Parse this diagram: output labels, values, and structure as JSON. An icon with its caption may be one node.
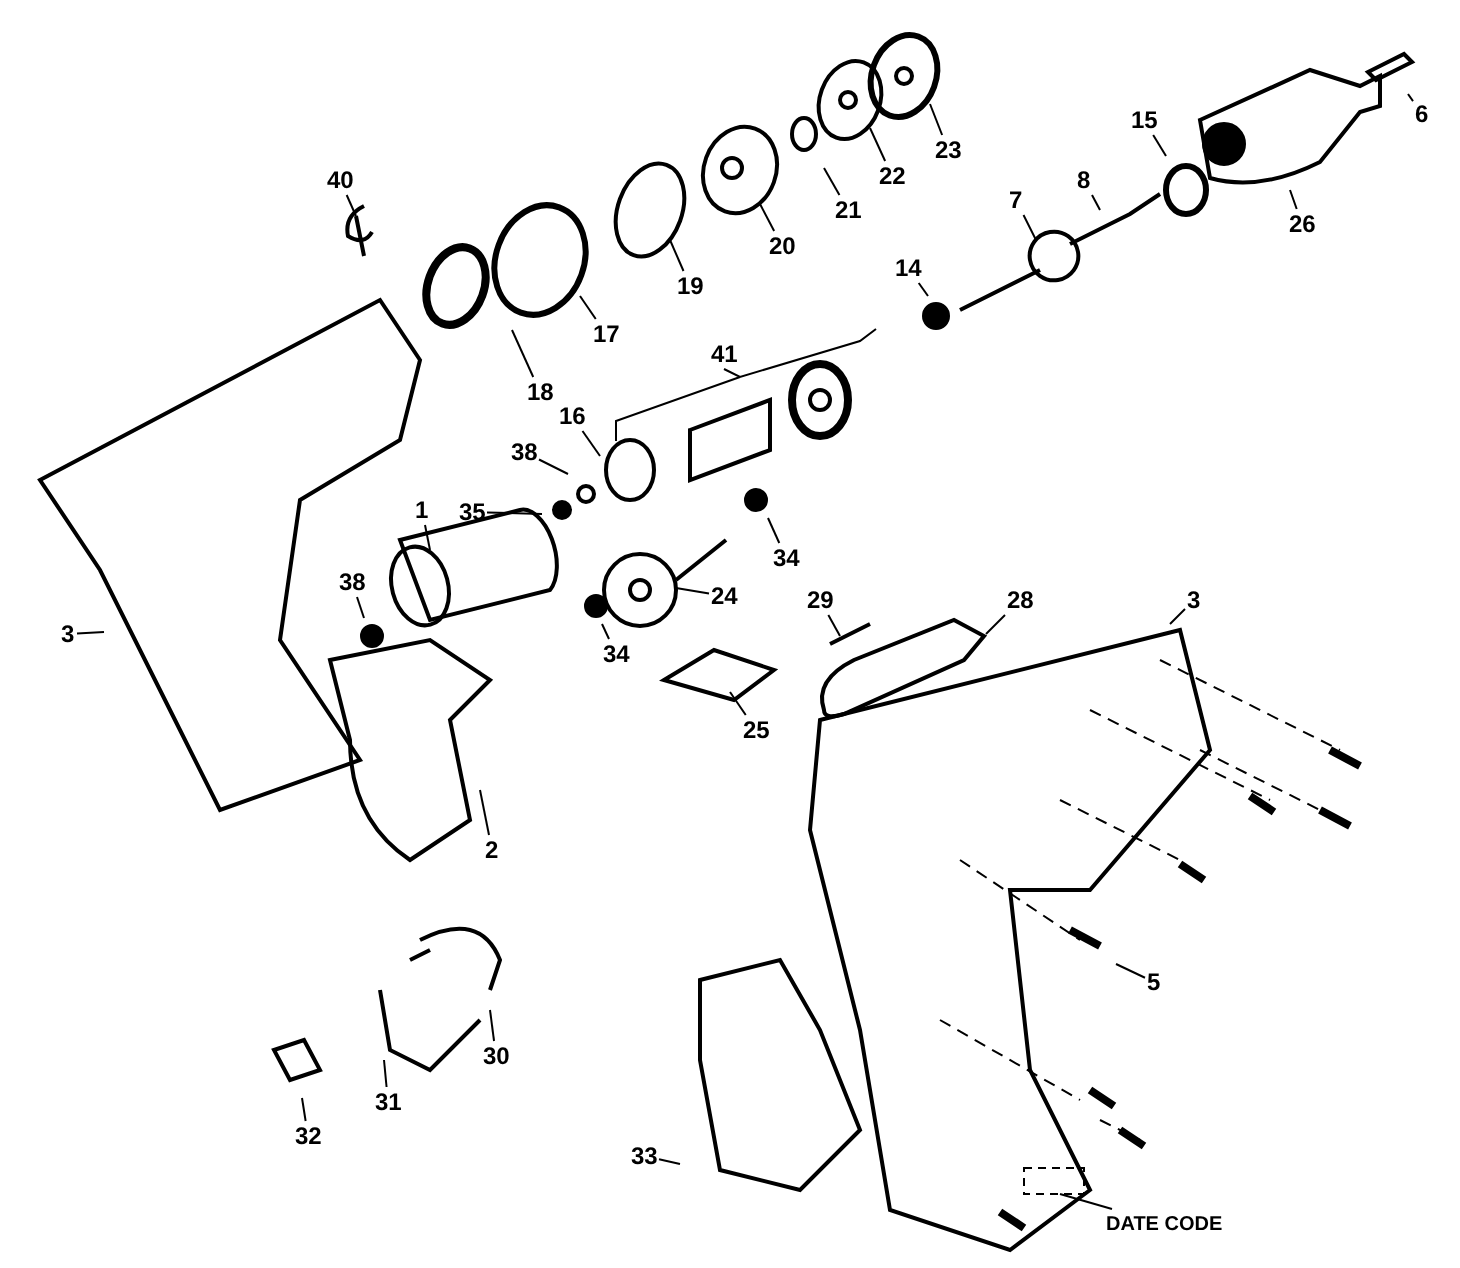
{
  "diagram": {
    "nodes": [
      {
        "text": [
          "40"
        ]
      },
      {
        "text": [
          "23"
        ]
      },
      {
        "text": [
          "22"
        ]
      },
      {
        "text": [
          "21"
        ]
      },
      {
        "text": [
          "20"
        ]
      },
      {
        "text": [
          "19"
        ]
      },
      {
        "text": [
          "17"
        ]
      },
      {
        "text": [
          "18"
        ]
      },
      {
        "text": [
          "6"
        ]
      },
      {
        "text": [
          "15"
        ]
      },
      {
        "text": [
          "26"
        ]
      },
      {
        "text": [
          "8"
        ]
      },
      {
        "text": [
          "7"
        ]
      },
      {
        "text": [
          "14"
        ]
      },
      {
        "text": [
          "41"
        ]
      },
      {
        "text": [
          "16"
        ]
      },
      {
        "text": [
          "35"
        ]
      },
      {
        "text": [
          "38"
        ]
      },
      {
        "text": [
          "1"
        ]
      },
      {
        "text": [
          "34"
        ]
      },
      {
        "text": [
          "38"
        ]
      },
      {
        "text": [
          "24"
        ]
      },
      {
        "text": [
          "3"
        ]
      },
      {
        "text": [
          "34"
        ]
      },
      {
        "text": [
          "29"
        ]
      },
      {
        "text": [
          "28"
        ]
      },
      {
        "text": [
          "3"
        ]
      },
      {
        "text": [
          "25"
        ]
      },
      {
        "text": [
          "2"
        ]
      },
      {
        "text": [
          "5"
        ]
      },
      {
        "text": [
          "30"
        ]
      },
      {
        "text": [
          "31"
        ]
      },
      {
        "text": [
          "32"
        ]
      },
      {
        "text": [
          "33"
        ]
      },
      {
        "text": [
          "DATE CODE"
        ]
      }
    ],
    "edges": [
      {
        "from": 0,
        "to": null,
        "arrow": "none"
      },
      {
        "from": 1,
        "to": null,
        "arrow": "none"
      },
      {
        "from": 2,
        "to": null,
        "arrow": "none"
      },
      {
        "from": 3,
        "to": null,
        "arrow": "none"
      },
      {
        "from": 4,
        "to": null,
        "arrow": "none"
      },
      {
        "from": 5,
        "to": null,
        "arrow": "none"
      },
      {
        "from": 6,
        "to": null,
        "arrow": "none"
      },
      {
        "from": 7,
        "to": null,
        "arrow": "none"
      },
      {
        "from": 8,
        "to": null,
        "arrow": "none"
      },
      {
        "from": 9,
        "to": null,
        "arrow": "none"
      },
      {
        "from": 10,
        "to": null,
        "arrow": "none"
      },
      {
        "from": 11,
        "to": null,
        "arrow": "none"
      },
      {
        "from": 12,
        "to": null,
        "arrow": "none"
      },
      {
        "from": 13,
        "to": null,
        "arrow": "none"
      },
      {
        "from": 14,
        "to": null,
        "arrow": "none"
      },
      {
        "from": 15,
        "to": null,
        "arrow": "none"
      },
      {
        "from": 16,
        "to": null,
        "arrow": "none"
      },
      {
        "from": 17,
        "to": null,
        "arrow": "none"
      },
      {
        "from": 18,
        "to": null,
        "arrow": "none"
      },
      {
        "from": 19,
        "to": null,
        "arrow": "none"
      },
      {
        "from": 20,
        "to": null,
        "arrow": "none"
      },
      {
        "from": 21,
        "to": null,
        "arrow": "none"
      },
      {
        "from": 22,
        "to": null,
        "arrow": "none"
      },
      {
        "from": 23,
        "to": null,
        "arrow": "none"
      },
      {
        "from": 24,
        "to": null,
        "arrow": "none"
      },
      {
        "from": 25,
        "to": null,
        "arrow": "none"
      },
      {
        "from": 26,
        "to": null,
        "arrow": "none"
      },
      {
        "from": 27,
        "to": null,
        "arrow": "none"
      },
      {
        "from": 28,
        "to": null,
        "arrow": "none"
      },
      {
        "from": 29,
        "to": null,
        "arrow": "none"
      },
      {
        "from": 30,
        "to": null,
        "arrow": "none"
      },
      {
        "from": 31,
        "to": null,
        "arrow": "none"
      },
      {
        "from": 32,
        "to": null,
        "arrow": "none"
      },
      {
        "from": 33,
        "to": null,
        "arrow": "none"
      },
      {
        "from": 34,
        "to": null,
        "arrow": "none"
      }
    ]
  }
}
